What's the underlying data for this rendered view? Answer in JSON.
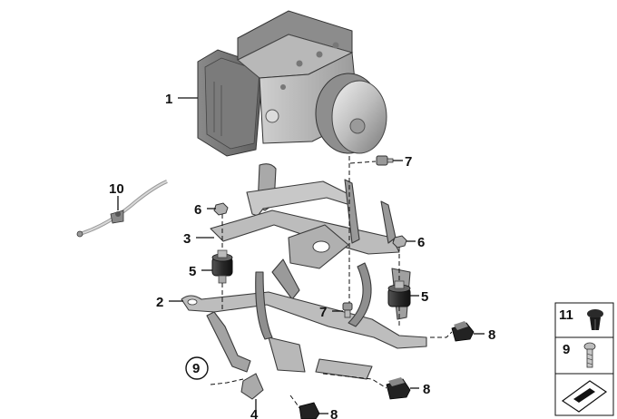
{
  "diagram": {
    "callouts": {
      "c1": "1",
      "c2": "2",
      "c3": "3",
      "c4": "4",
      "c5a": "5",
      "c5b": "5",
      "c6a": "6",
      "c6b": "6",
      "c7a": "7",
      "c7b": "7",
      "c8a": "8",
      "c8b": "8",
      "c8c": "8",
      "c9": "9",
      "c10": "10"
    },
    "legend": {
      "item_11": "11",
      "item_9": "9"
    },
    "colors": {
      "line": "#111111",
      "metal_light": "#d4d4d4",
      "metal_mid": "#a9a9a9",
      "metal_dark": "#6e6e6e",
      "rubber": "#2a2a2a"
    },
    "icons": [
      "abs-hydraulic-unit",
      "bracket",
      "rubber-mount",
      "nut",
      "bolt",
      "cable-tie",
      "clip",
      "rivet-icon",
      "screw-icon",
      "arrow-icon"
    ]
  }
}
